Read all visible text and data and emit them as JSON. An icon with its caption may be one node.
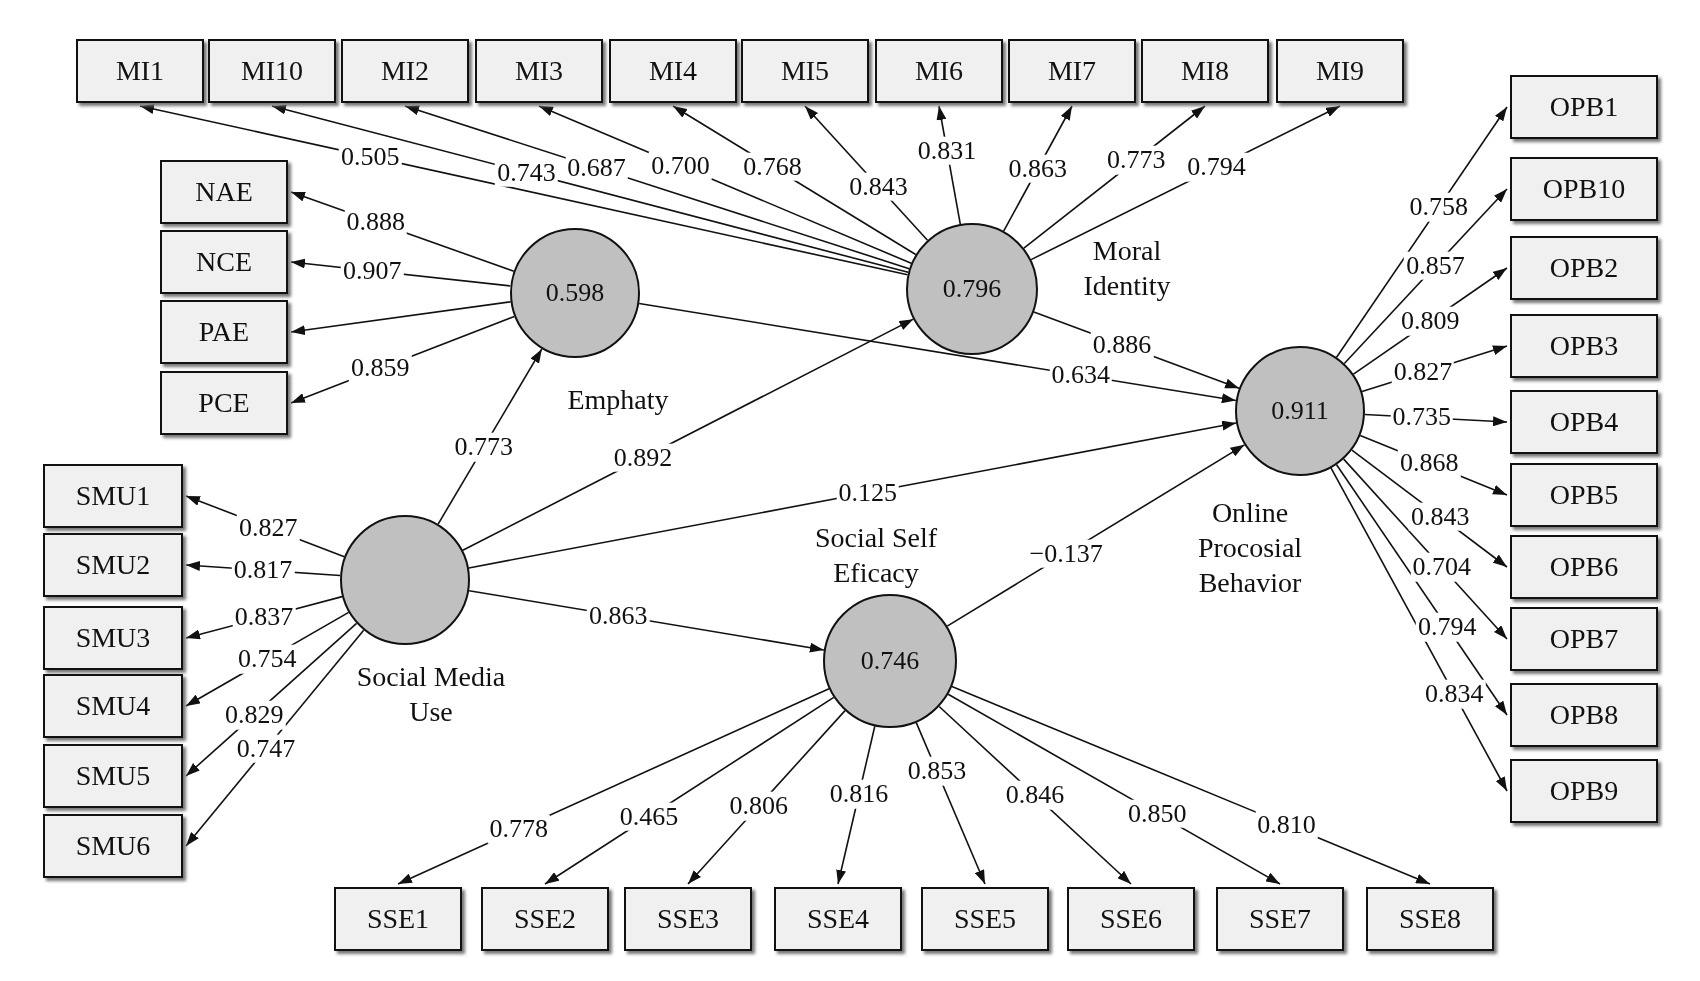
{
  "diagram": {
    "nodes": [
      {
        "text": [
          "MI1"
        ]
      },
      {
        "text": [
          "MI10"
        ]
      },
      {
        "text": [
          "MI2"
        ]
      },
      {
        "text": [
          "MI3"
        ]
      },
      {
        "text": [
          "MI4"
        ]
      },
      {
        "text": [
          "MI5"
        ]
      },
      {
        "text": [
          "MI6"
        ]
      },
      {
        "text": [
          "MI7"
        ]
      },
      {
        "text": [
          "MI8"
        ]
      },
      {
        "text": [
          "MI9"
        ]
      },
      {
        "text": [
          "NAE"
        ]
      },
      {
        "text": [
          "NCE"
        ]
      },
      {
        "text": [
          "PAE"
        ]
      },
      {
        "text": [
          "PCE"
        ]
      },
      {
        "text": [
          "OPB1"
        ]
      },
      {
        "text": [
          "OPB10"
        ]
      },
      {
        "text": [
          "OPB2"
        ]
      },
      {
        "text": [
          "OPB3"
        ]
      },
      {
        "text": [
          "OPB4"
        ]
      },
      {
        "text": [
          "OPB5"
        ]
      },
      {
        "text": [
          "OPB6"
        ]
      },
      {
        "text": [
          "OPB7"
        ]
      },
      {
        "text": [
          "OPB8"
        ]
      },
      {
        "text": [
          "OPB9"
        ]
      },
      {
        "text": [
          "0.598"
        ],
        "beside": [
          "Emphaty"
        ]
      },
      {
        "text": [
          "0.796"
        ],
        "beside": [
          "Moral Identity"
        ]
      },
      {
        "text": [
          "0.911"
        ],
        "beside": [
          "Online Procosial Behavior"
        ]
      },
      {
        "text": [
          "SMU1"
        ]
      },
      {
        "text": [
          "SMU2"
        ]
      },
      {
        "text": [
          "SMU3"
        ]
      },
      {
        "text": [
          "SMU4"
        ]
      },
      {
        "text": [
          "SMU5"
        ]
      },
      {
        "text": [
          "SMU6"
        ]
      },
      {
        "text": [],
        "shape": "circle",
        "beside": [
          "Social Media Use"
        ]
      },
      {
        "text": [
          "0.746"
        ],
        "beside": [
          "Social Self Eficacy"
        ]
      },
      {
        "text": [
          "SSE1"
        ]
      },
      {
        "text": [
          "SSE2"
        ]
      },
      {
        "text": [
          "SSE3"
        ]
      },
      {
        "text": [
          "SSE4"
        ]
      },
      {
        "text": [
          "SSE5"
        ]
      },
      {
        "text": [
          "SSE6"
        ]
      },
      {
        "text": [
          "SSE7"
        ]
      },
      {
        "text": [
          "SSE8"
        ]
      }
    ],
    "edges": [
      {
        "from": 25,
        "to": 0,
        "arrow": "to",
        "label": "0.505"
      },
      {
        "from": 25,
        "to": 1,
        "arrow": "to",
        "label": "0.743"
      },
      {
        "from": 25,
        "to": 2,
        "arrow": "to",
        "label": "0.687"
      },
      {
        "from": 25,
        "to": 3,
        "arrow": "to",
        "label": "0.700"
      },
      {
        "from": 25,
        "to": 4,
        "arrow": "to",
        "label": "0.768"
      },
      {
        "from": 25,
        "to": 5,
        "arrow": "to",
        "label": "0.843"
      },
      {
        "from": 25,
        "to": 6,
        "arrow": "to",
        "label": "0.831"
      },
      {
        "from": 25,
        "to": 7,
        "arrow": "to",
        "label": "0.863"
      },
      {
        "from": 25,
        "to": 8,
        "arrow": "to",
        "label": "0.773"
      },
      {
        "from": 25,
        "to": 9,
        "arrow": "to",
        "label": "0.794"
      },
      {
        "from": 24,
        "to": 10,
        "arrow": "to",
        "label": "0.888"
      },
      {
        "from": 24,
        "to": 11,
        "arrow": "to",
        "label": "0.907"
      },
      {
        "from": 24,
        "to": 12,
        "arrow": "to"
      },
      {
        "from": 24,
        "to": 13,
        "arrow": "to",
        "label": "0.859"
      },
      {
        "from": 26,
        "to": 14,
        "arrow": "to",
        "label": "0.758"
      },
      {
        "from": 26,
        "to": 15,
        "arrow": "to",
        "label": "0.857"
      },
      {
        "from": 26,
        "to": 16,
        "arrow": "to",
        "label": "0.809"
      },
      {
        "from": 26,
        "to": 17,
        "arrow": "to",
        "label": "0.827"
      },
      {
        "from": 26,
        "to": 18,
        "arrow": "to",
        "label": "0.735"
      },
      {
        "from": 26,
        "to": 19,
        "arrow": "to",
        "label": "0.868"
      },
      {
        "from": 26,
        "to": 20,
        "arrow": "to",
        "label": "0.843"
      },
      {
        "from": 26,
        "to": 21,
        "arrow": "to",
        "label": "0.704"
      },
      {
        "from": 26,
        "to": 22,
        "arrow": "to",
        "label": "0.794"
      },
      {
        "from": 26,
        "to": 23,
        "arrow": "to",
        "label": "0.834"
      },
      {
        "from": 33,
        "to": 27,
        "arrow": "to",
        "label": "0.827"
      },
      {
        "from": 33,
        "to": 28,
        "arrow": "to",
        "label": "0.817"
      },
      {
        "from": 33,
        "to": 29,
        "arrow": "to",
        "label": "0.837"
      },
      {
        "from": 33,
        "to": 30,
        "arrow": "to",
        "label": "0.754"
      },
      {
        "from": 33,
        "to": 31,
        "arrow": "to",
        "label": "0.829"
      },
      {
        "from": 33,
        "to": 32,
        "arrow": "to",
        "label": "0.747"
      },
      {
        "from": 34,
        "to": 35,
        "arrow": "to",
        "label": "0.778"
      },
      {
        "from": 34,
        "to": 36,
        "arrow": "to",
        "label": "0.465"
      },
      {
        "from": 34,
        "to": 37,
        "arrow": "to",
        "label": "0.806"
      },
      {
        "from": 34,
        "to": 38,
        "arrow": "to",
        "label": "0.816"
      },
      {
        "from": 34,
        "to": 39,
        "arrow": "to",
        "label": "0.853"
      },
      {
        "from": 34,
        "to": 40,
        "arrow": "to",
        "label": "0.846"
      },
      {
        "from": 34,
        "to": 41,
        "arrow": "to",
        "label": "0.850"
      },
      {
        "from": 34,
        "to": 42,
        "arrow": "to",
        "label": "0.810"
      },
      {
        "from": 33,
        "to": 24,
        "arrow": "to",
        "label": "0.773"
      },
      {
        "from": 33,
        "to": 25,
        "arrow": "to",
        "label": "0.892"
      },
      {
        "from": 24,
        "to": 26,
        "arrow": "to",
        "label": "0.634"
      },
      {
        "from": 25,
        "to": 26,
        "arrow": "to",
        "label": "0.886"
      },
      {
        "from": 33,
        "to": 26,
        "arrow": "to",
        "label": "0.125"
      },
      {
        "from": 33,
        "to": 34,
        "arrow": "to",
        "label": "0.863"
      },
      {
        "from": 34,
        "to": 26,
        "arrow": "to",
        "label": "−0.137"
      }
    ]
  }
}
